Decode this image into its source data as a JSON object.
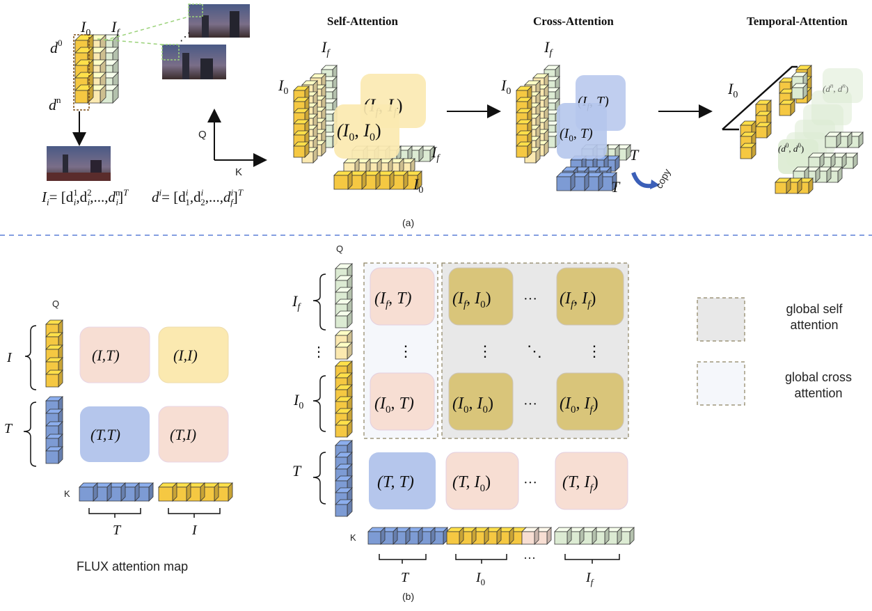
{
  "colors": {
    "yellow": "#F5C842",
    "yellow_light": "#FBE9B0",
    "green": "#DCEBD3",
    "blue": "#7D9BD4",
    "blue_light": "#B5C6EC",
    "peach": "#F7DED3",
    "olive": "#D9C57A",
    "grey_bg": "#E8E8E8",
    "white_bg": "#F5F7FB",
    "dash": "#8C8260",
    "sep": "#5B7FD6"
  },
  "icons": [
    "arrow-right-icon",
    "arrow-down-icon",
    "copy-arrow-icon",
    "cube-stack-icon",
    "street-photo-icon"
  ],
  "part_a": {
    "top_labels": {
      "I0": "I",
      "I0_sub": "0",
      "If": "I",
      "If_sub": "f",
      "d0": "d",
      "d0_sup": "0",
      "dn": "d",
      "dn_sup": "n"
    },
    "axes": {
      "q": "Q",
      "k": "K"
    },
    "formula_left": {
      "lhs": "I",
      "lhs_sub": "i",
      "body": "= [d",
      "s1": "1",
      "s2": "2",
      "sn": "n",
      "sub": "i",
      "comma": ",...,",
      "end": "]",
      "T": "T"
    },
    "formula_right": {
      "lhs": "d",
      "lhs_sup": "i",
      "body": "= [d",
      "s1": "1",
      "s2": "2",
      "sf": "f",
      "sup": "i",
      "comma": ",...,",
      "end": "]",
      "T": "T"
    },
    "self_title": "Self-Attention",
    "cross_title": "Cross-Attention",
    "temporal_title": "Temporal-Attention",
    "self_pairs": [
      "(I",
      "(I",
      ")"
    ],
    "copy_label": "copy",
    "caption": "(a)"
  },
  "part_b": {
    "flux": {
      "q": "Q",
      "k": "K",
      "row_I": "I",
      "row_T": "T",
      "cells": [
        "(I,T)",
        "(I,I)",
        "(T,T)",
        "(T,I)"
      ],
      "brace_T": "T",
      "brace_I": "I",
      "caption": "FLUX attention map"
    },
    "big": {
      "q": "Q",
      "k": "K",
      "rows": {
        "If": "I",
        "If_sub": "f",
        "dots": "⋮",
        "I0": "I",
        "I0_sub": "0",
        "T": "T"
      },
      "dots_h": "···",
      "dots_v": "⋮",
      "dots_d": "⋱",
      "brace_T": "T",
      "brace_I0": "I",
      "brace_I0_sub": "0",
      "brace_If": "I",
      "brace_If_sub": "f",
      "k_dots": "···"
    },
    "legend": {
      "self": "global self\nattention",
      "cross": "global cross\nattention"
    },
    "caption": "(b)"
  }
}
